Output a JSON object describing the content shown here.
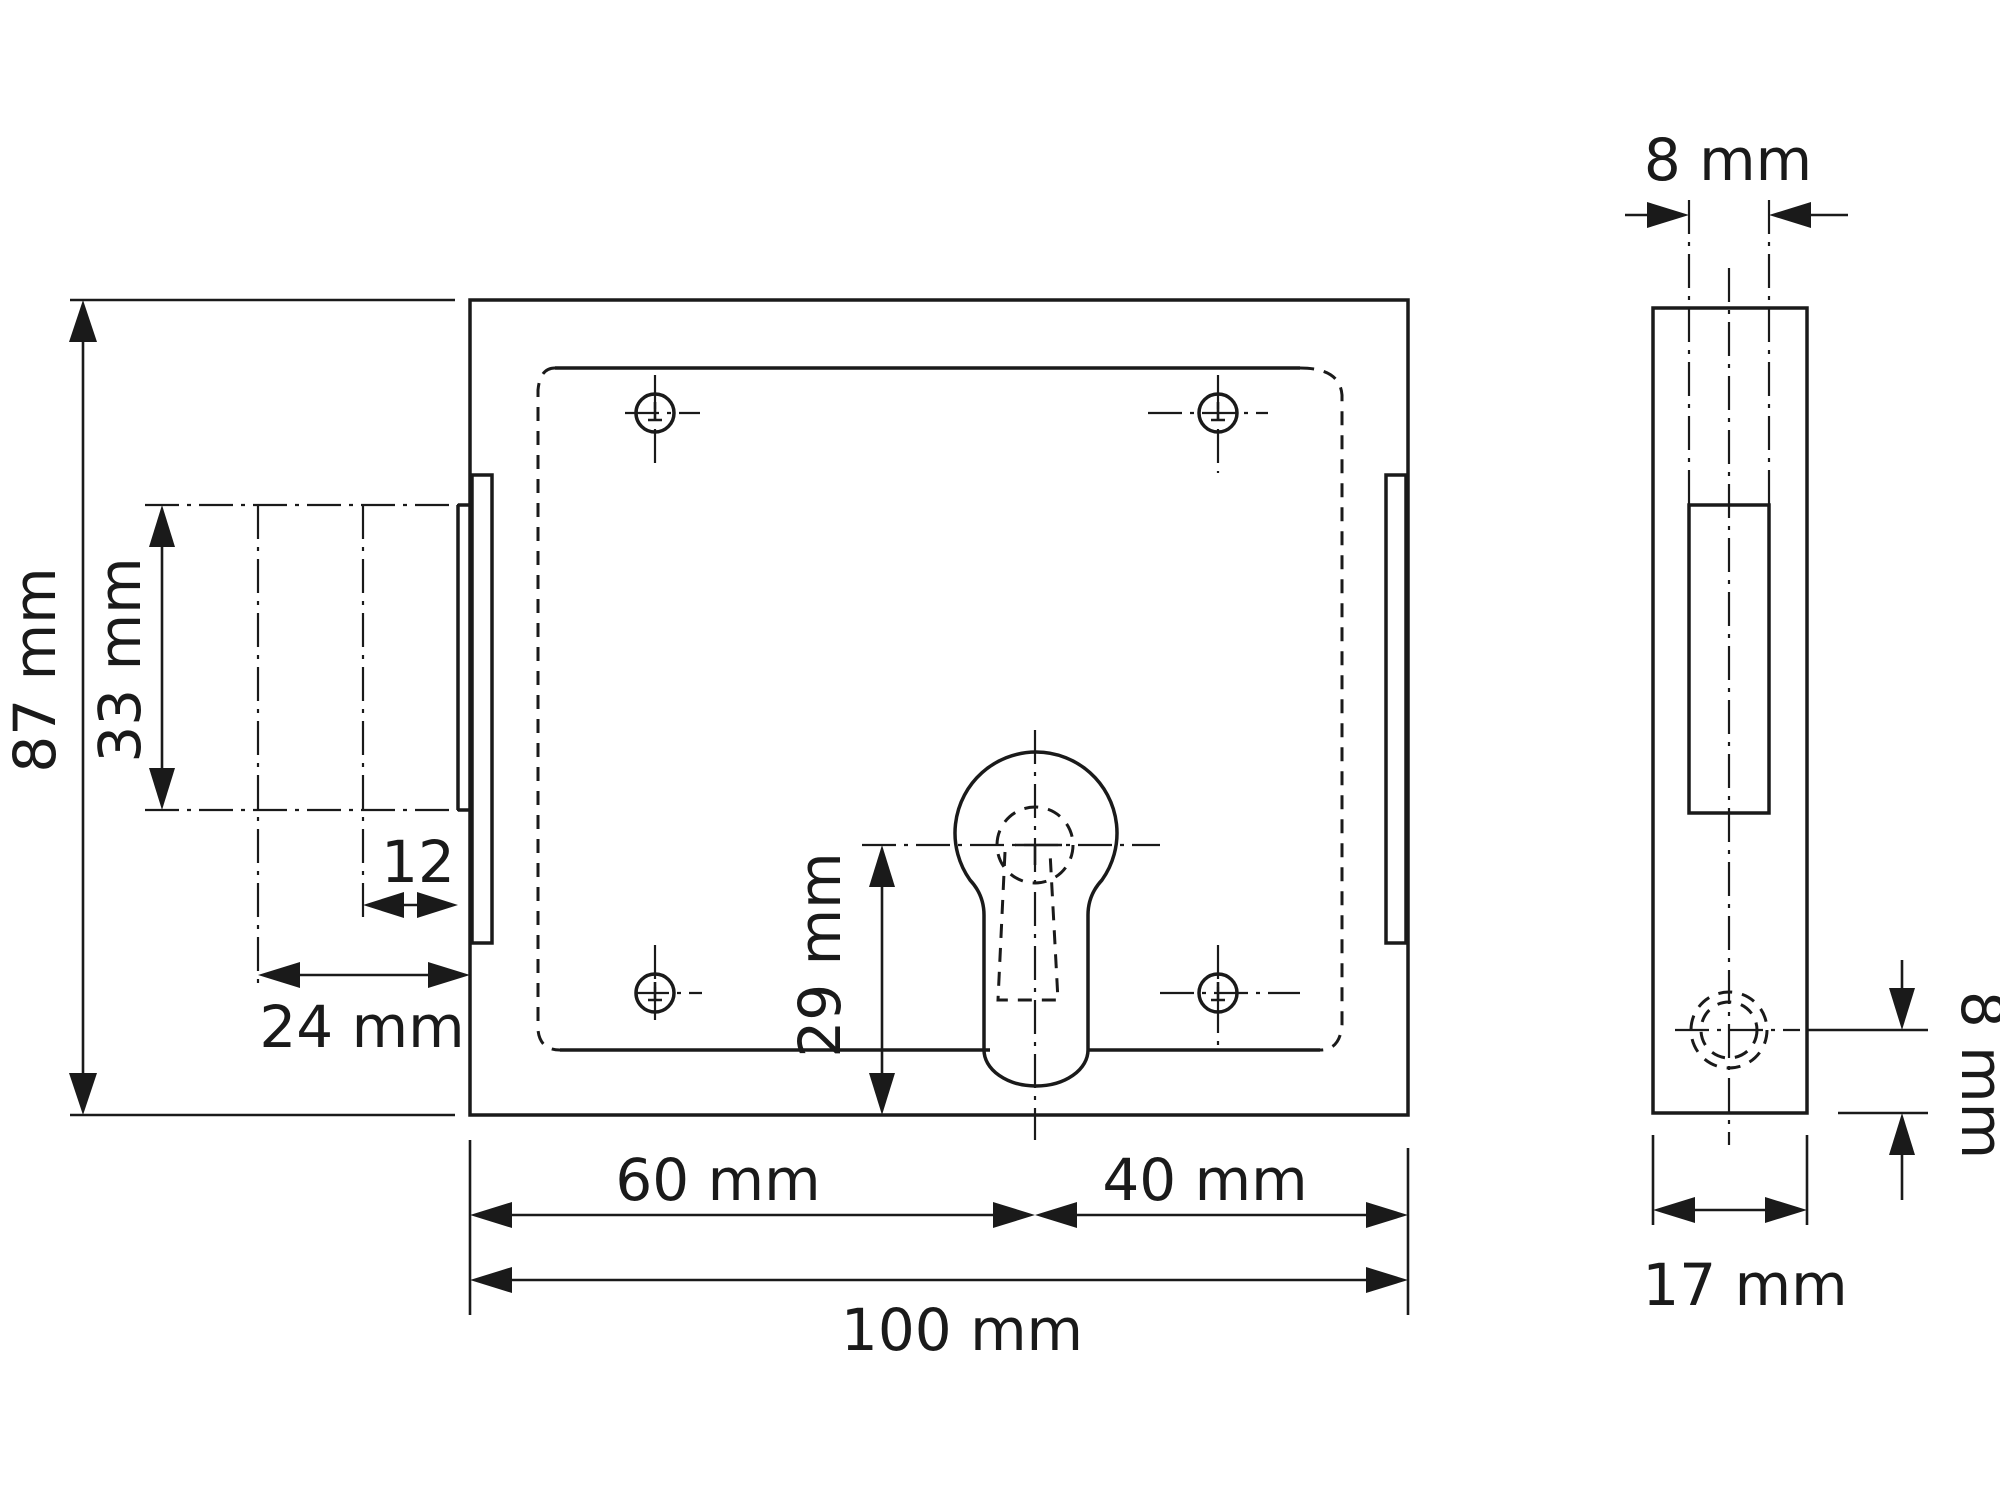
{
  "dimensions": {
    "total_height": "87 mm",
    "bolt_height": "33 mm",
    "bolt_offset": "12",
    "bolt_projection": "24 mm",
    "cylinder_height": "29 mm",
    "backset": "60 mm",
    "right_offset": "40 mm",
    "total_width": "100 mm",
    "side_bolt_width": "8 mm",
    "side_hole_height": "8 mm",
    "side_depth": "17 mm"
  },
  "colors": {
    "line": "#1a1a1a",
    "background": "#ffffff"
  }
}
